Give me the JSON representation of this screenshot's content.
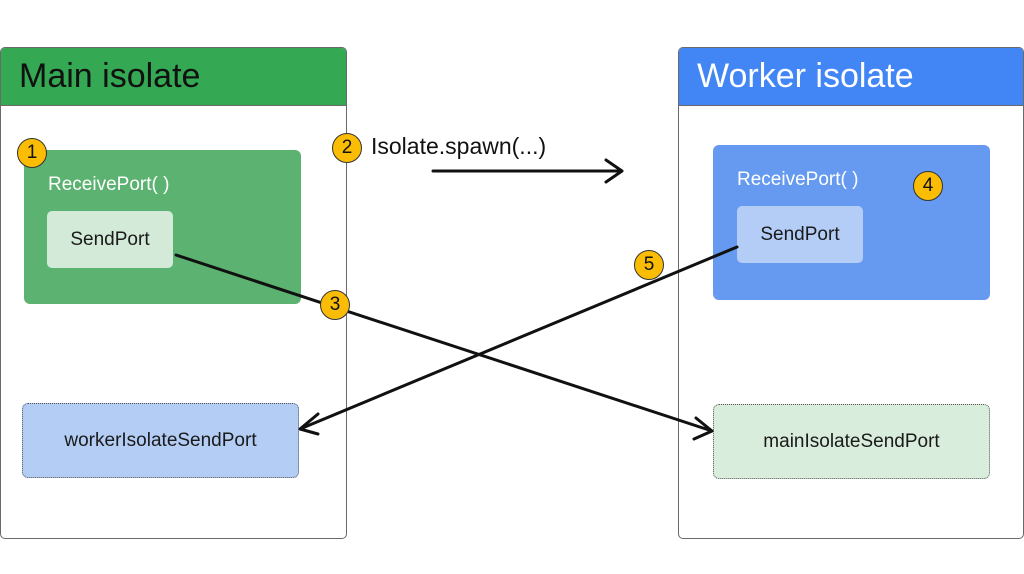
{
  "main_panel": {
    "title": "Main isolate"
  },
  "worker_panel": {
    "title": "Worker isolate"
  },
  "main_receive_port": {
    "label": "ReceivePort( )",
    "send_port_label": "SendPort"
  },
  "worker_receive_port": {
    "label": "ReceivePort( )",
    "send_port_label": "SendPort"
  },
  "spawn_call": {
    "label": "Isolate.spawn(...)"
  },
  "variables": {
    "worker_isolate_send_port": "workerIsolateSendPort",
    "main_isolate_send_port": "mainIsolateSendPort"
  },
  "steps": [
    "1",
    "2",
    "3",
    "4",
    "5"
  ],
  "colors": {
    "main_green": "#34a853",
    "worker_blue": "#4285f4",
    "badge_yellow": "#fbbc04"
  }
}
